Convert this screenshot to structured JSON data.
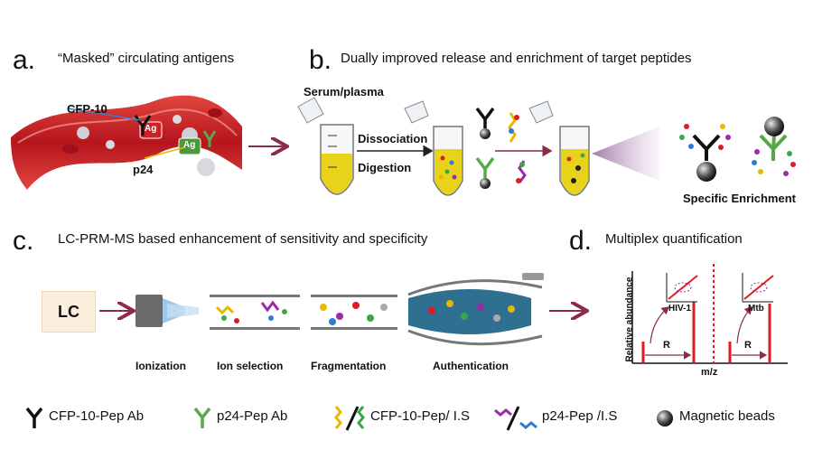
{
  "panel_a": {
    "letter": "a.",
    "title": "“Masked” circulating antigens",
    "label_cfp": "CFP-10",
    "label_p24": "p24",
    "label_ag1": "Ag",
    "label_ag2": "Ag"
  },
  "panel_b": {
    "letter": "b.",
    "title": "Dually improved release  and enrichment of  target peptides",
    "serum": "Serum/plasma",
    "dissociation": "Dissociation",
    "digestion": "Digestion",
    "enrichment": "Specific Enrichment"
  },
  "panel_c": {
    "letter": "c.",
    "title": "LC-PRM-MS based  enhancement of sensitivity and specificity",
    "lc": "LC",
    "steps": [
      "Ionization",
      "Ion selection",
      "Fragmentation",
      "Authentication"
    ]
  },
  "panel_d": {
    "letter": "d.",
    "title": "Multiplex quantification",
    "ylabel": "Relative abundance",
    "xlabel": "m/z",
    "inset1": "HIV-1",
    "inset2": "Mtb",
    "r1": "R",
    "r2": "R"
  },
  "legend": {
    "items": [
      "CFP-10-Pep Ab",
      "p24-Pep Ab",
      "CFP-10-Pep/ I.S",
      "p24-Pep /I.S",
      "Magnetic beads"
    ]
  },
  "colors": {
    "arrow": "#8b2c4a",
    "vessel": "#c8232c",
    "serum": "#e8d21a",
    "ms_blue": "#2f6f8f",
    "red_marker": "#e01b24",
    "ab_black": "#222222",
    "ab_green": "#5aa84a"
  }
}
